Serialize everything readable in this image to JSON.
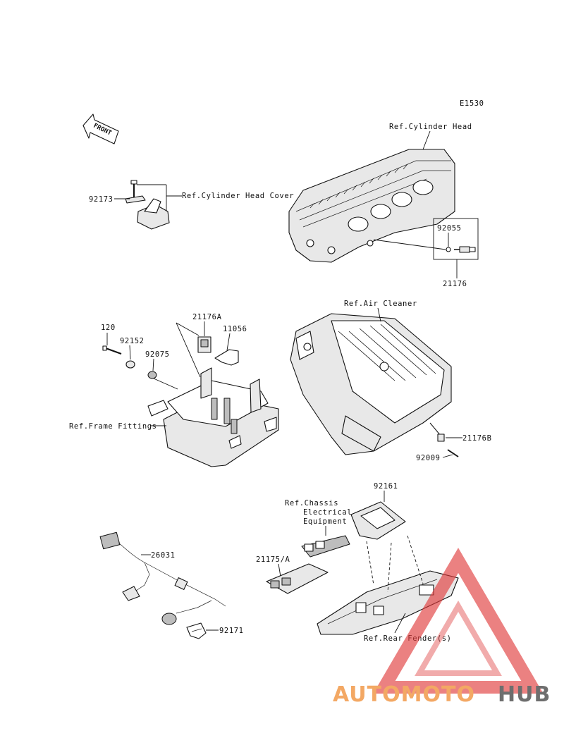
{
  "diagram_code": "E1530",
  "front_indicator": "FRONT",
  "labels": {
    "ref_cylinder_head": "Ref.Cylinder Head",
    "ref_cylinder_head_cover": "Ref.Cylinder Head Cover",
    "part_92173": "92173",
    "part_92055": "92055",
    "part_21176": "21176",
    "ref_air_cleaner": "Ref.Air Cleaner",
    "part_21176A": "21176A",
    "part_11056": "11056",
    "part_120": "120",
    "part_92152": "92152",
    "part_92075": "92075",
    "ref_frame_fittings": "Ref.Frame Fittings",
    "part_21176B": "21176B",
    "part_92009": "92009",
    "part_92161": "92161",
    "ref_chassis_line1": "Ref.Chassis",
    "ref_chassis_line2": "Electrical",
    "ref_chassis_line3": "Equipment",
    "part_26031": "26031",
    "part_21175A": "21175/A",
    "part_92171": "92171",
    "ref_rear_fender": "Ref.Rear Fender(s)"
  },
  "watermark": {
    "part1": "AUTOMOTO",
    "part2": "HUB",
    "color_primary": "#f29a4a",
    "color_secondary": "#555555",
    "triangle_color": "#e03a3a"
  }
}
